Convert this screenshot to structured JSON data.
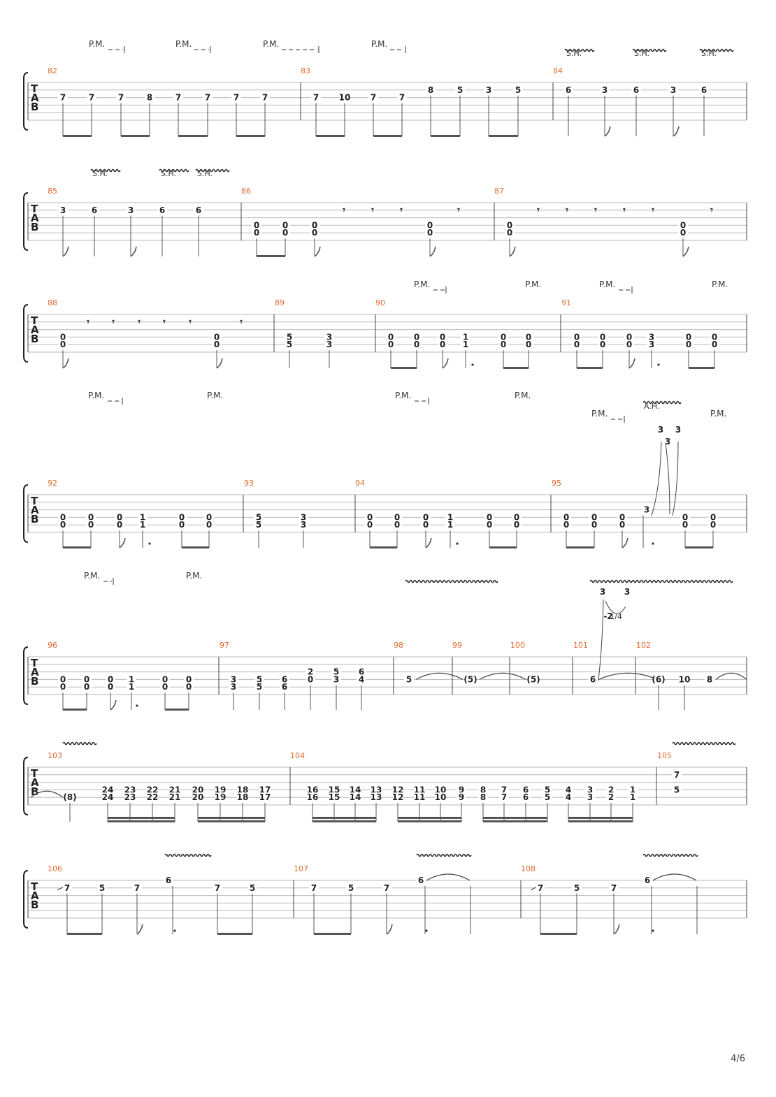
{
  "page": {
    "number": "4/6"
  },
  "systems": [
    {
      "id": "s1",
      "bars": [
        {
          "n": "82",
          "notes": [
            {
              "s": 3,
              "f": "7"
            },
            {
              "s": 3,
              "f": "7"
            },
            {
              "s": 3,
              "f": "7"
            },
            {
              "s": 3,
              "f": "8"
            },
            {
              "s": 3,
              "f": "7"
            },
            {
              "s": 3,
              "f": "7"
            },
            {
              "s": 3,
              "f": "7"
            },
            {
              "s": 3,
              "f": "7"
            }
          ]
        },
        {
          "n": "83",
          "notes": [
            {
              "s": 3,
              "f": "7"
            },
            {
              "s": 3,
              "f": "10"
            },
            {
              "s": 3,
              "f": "7"
            },
            {
              "s": 3,
              "f": "7"
            },
            {
              "s": 2,
              "f": "8"
            },
            {
              "s": 2,
              "f": "5"
            },
            {
              "s": 2,
              "f": "3"
            },
            {
              "s": 2,
              "f": "5"
            }
          ]
        },
        {
          "n": "84",
          "notes": [
            {
              "s": 2,
              "f": "6"
            },
            {
              "s": 2,
              "f": "3"
            },
            {
              "s": 2,
              "f": "6"
            },
            {
              "s": 2,
              "f": "3"
            },
            {
              "s": 2,
              "f": "6"
            }
          ]
        }
      ],
      "annotations": [
        {
          "text": "P.M."
        },
        {
          "text": "P.M."
        },
        {
          "text": "P.M."
        },
        {
          "text": "P.M."
        },
        {
          "text": "S.H."
        },
        {
          "text": "S.H."
        },
        {
          "text": "S.H."
        }
      ]
    },
    {
      "id": "s2",
      "bars": [
        {
          "n": "85",
          "notes": [
            {
              "s": 2,
              "f": "3"
            },
            {
              "s": 2,
              "f": "6"
            },
            {
              "s": 2,
              "f": "3"
            },
            {
              "s": 2,
              "f": "6"
            },
            {
              "s": 2,
              "f": "6"
            }
          ]
        },
        {
          "n": "86",
          "notes": [
            {
              "s": 4,
              "f": "0"
            },
            {
              "s": 5,
              "f": "0"
            },
            {
              "s": 4,
              "f": "0"
            },
            {
              "s": 5,
              "f": "0"
            },
            {
              "s": 4,
              "f": "0"
            },
            {
              "s": 5,
              "f": "0"
            },
            {
              "s": 4,
              "f": "0"
            },
            {
              "s": 5,
              "f": "0"
            }
          ]
        },
        {
          "n": "87",
          "notes": [
            {
              "s": 4,
              "f": "0"
            },
            {
              "s": 5,
              "f": "0"
            },
            {
              "s": 4,
              "f": "0"
            },
            {
              "s": 5,
              "f": "0"
            }
          ]
        }
      ],
      "annotations": [
        {
          "text": "S.H."
        },
        {
          "text": "S.H."
        },
        {
          "text": "S.H."
        }
      ]
    },
    {
      "id": "s3",
      "bars": [
        {
          "n": "88"
        },
        {
          "n": "89"
        },
        {
          "n": "90"
        },
        {
          "n": "91"
        }
      ],
      "frets": [
        "0",
        "0",
        "0",
        "0",
        "5",
        "5",
        "3",
        "3",
        "0",
        "0",
        "0",
        "0",
        "0",
        "0",
        "1",
        "1",
        "0",
        "0",
        "0",
        "0",
        "0",
        "0",
        "0",
        "0",
        "0",
        "0",
        "3",
        "3",
        "0",
        "0",
        "0",
        "0"
      ],
      "annotations": [
        {
          "text": "P.M."
        },
        {
          "text": "P.M."
        },
        {
          "text": "P.M."
        },
        {
          "text": "P.M."
        }
      ]
    },
    {
      "id": "s4",
      "bars": [
        {
          "n": "92"
        },
        {
          "n": "93"
        },
        {
          "n": "94"
        },
        {
          "n": "95"
        }
      ],
      "frets": [
        "0",
        "0",
        "0",
        "0",
        "0",
        "0",
        "1",
        "1",
        "0",
        "0",
        "0",
        "0",
        "5",
        "5",
        "3",
        "3",
        "0",
        "0",
        "0",
        "0",
        "0",
        "0",
        "1",
        "1",
        "0",
        "0",
        "0",
        "0",
        "0",
        "0",
        "0",
        "0",
        "0",
        "0",
        "3",
        "3",
        "3",
        "3",
        "0",
        "0",
        "0",
        "0"
      ],
      "annotations": [
        {
          "text": "P.M."
        },
        {
          "text": "P.M."
        },
        {
          "text": "P.M."
        },
        {
          "text": "P.M."
        },
        {
          "text": "A.H."
        },
        {
          "text": "P.M."
        },
        {
          "text": "P.M."
        }
      ]
    },
    {
      "id": "s5",
      "bars": [
        {
          "n": "96"
        },
        {
          "n": "97"
        },
        {
          "n": "98"
        },
        {
          "n": "99"
        },
        {
          "n": "100"
        },
        {
          "n": "101"
        },
        {
          "n": "102"
        }
      ],
      "frets": [
        "0",
        "0",
        "0",
        "0",
        "0",
        "0",
        "1",
        "1",
        "0",
        "0",
        "0",
        "0",
        "3",
        "3",
        "5",
        "5",
        "6",
        "6",
        "2",
        "0",
        "5",
        "3",
        "6",
        "4",
        "5",
        "(5)",
        "(5)",
        "6",
        "3",
        "-2",
        "1/4",
        "3",
        "(6)",
        "10",
        "8"
      ],
      "annotations": [
        {
          "text": "P.M."
        },
        {
          "text": "P.M."
        }
      ]
    },
    {
      "id": "s6",
      "bars": [
        {
          "n": "103"
        },
        {
          "n": "104"
        },
        {
          "n": "105"
        }
      ],
      "frets": [
        "(8)",
        "24",
        "23",
        "22",
        "21",
        "20",
        "19",
        "18",
        "17",
        "16",
        "15",
        "14",
        "13",
        "12",
        "11",
        "10",
        "9",
        "8",
        "7",
        "6",
        "5",
        "4",
        "3",
        "2",
        "1",
        "7",
        "5"
      ]
    },
    {
      "id": "s7",
      "bars": [
        {
          "n": "106"
        },
        {
          "n": "107"
        },
        {
          "n": "108"
        }
      ],
      "frets": [
        "7",
        "5",
        "7",
        "6",
        "7",
        "5",
        "7",
        "5",
        "7",
        "6",
        "7",
        "5",
        "7",
        "6"
      ]
    }
  ],
  "tab_letters": [
    "T",
    "A",
    "B"
  ]
}
